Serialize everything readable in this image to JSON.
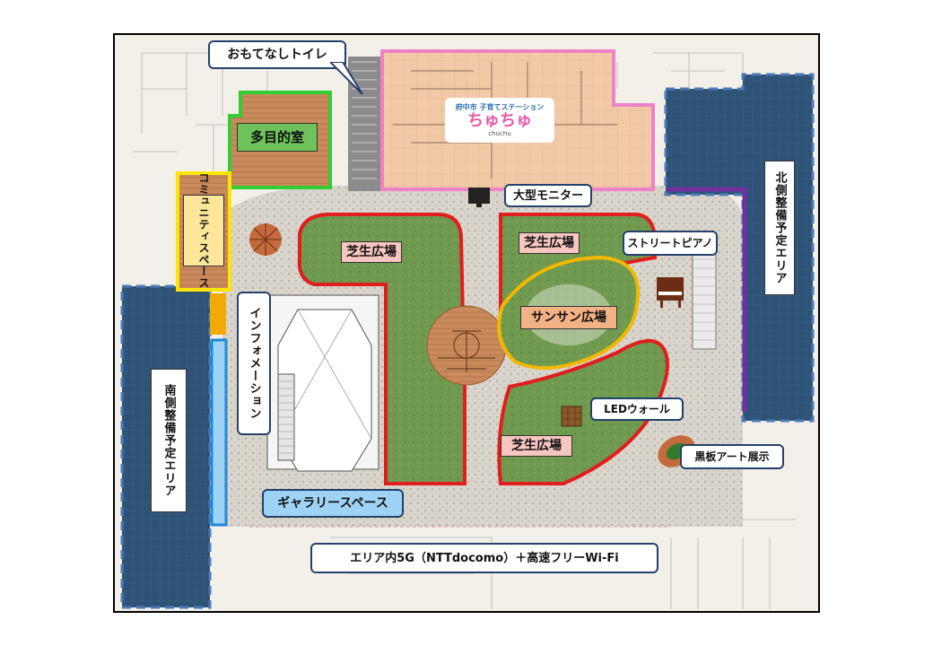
{
  "labels": {
    "omotenashi_toilet": "おもてなしトイレ",
    "multipurpose_room": "多目的室",
    "community_space": "コミュニティスペース",
    "large_monitor": "大型モニター",
    "north_area": "北側整備予定エリア",
    "south_area": "南側整備予定エリア",
    "information": "インフォメーション",
    "gallery_space": "ギャラリースペース",
    "lawn_1": "芝生広場",
    "lawn_2": "芝生広場",
    "lawn_3": "芝生広場",
    "sunsun_plaza": "サンサン広場",
    "street_piano": "ストリートピアノ",
    "led_wall": "LEDウォール",
    "blackboard_art": "黒板アート展示",
    "wifi_banner": "エリア内5G（NTTdocomo）＋高速フリーWi-Fi",
    "childcare_station_header": "府中市 子育てステーション",
    "childcare_station_name": "ちゅちゅ",
    "childcare_station_en": "chuchu"
  },
  "colors": {
    "blue_zone": "#2f5377",
    "lawn": "#6e9a4e",
    "red_outline": "#e11e1e",
    "yellow_outline": "#f2b800",
    "green_outline": "#33cc33",
    "pink_outline": "#ee82c6",
    "purple_outline": "#7030a0",
    "plaza_paving": "#d9d4cb",
    "wood": "#b56a3a"
  }
}
